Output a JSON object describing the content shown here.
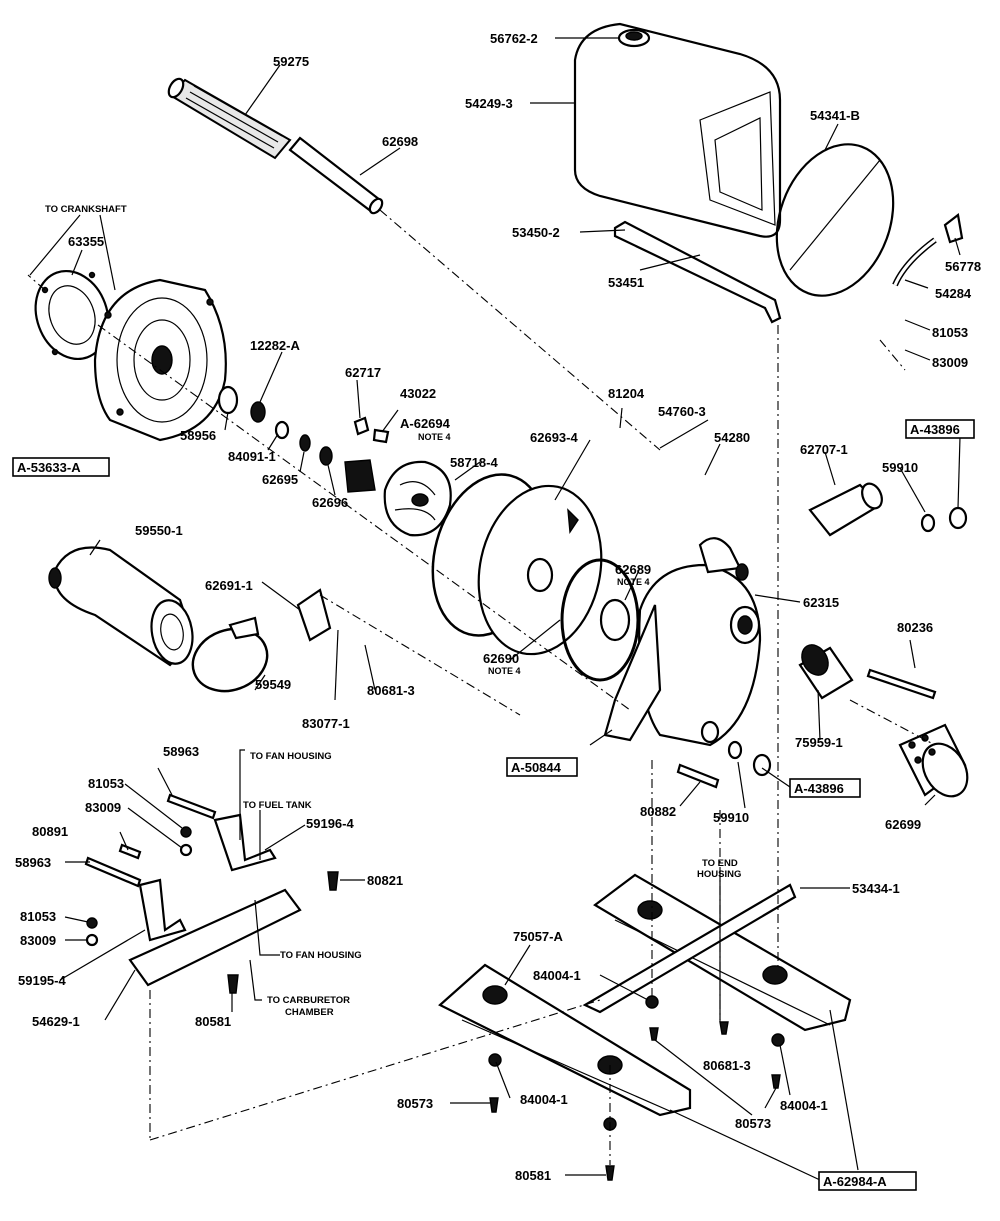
{
  "parts": {
    "p56762_2": "56762-2",
    "p59275": "59275",
    "p54249_3": "54249-3",
    "p62698": "62698",
    "p54341_B": "54341-B",
    "p53450_2": "53450-2",
    "p56778": "56778",
    "p53451": "53451",
    "p54284": "54284",
    "p63355": "63355",
    "p81053_top": "81053",
    "p83009_top": "83009",
    "p12282_A": "12282-A",
    "p62717": "62717",
    "p43022": "43022",
    "p81204": "81204",
    "p54760_3": "54760-3",
    "pA62694": "A-62694",
    "p58956": "58956",
    "p62693_4": "62693-4",
    "p54280": "54280",
    "p84091_1": "84091-1",
    "p62695": "62695",
    "p58718_4": "58718-4",
    "p62707_1": "62707-1",
    "p59910_top": "59910",
    "p62696": "62696",
    "p59550_1": "59550-1",
    "p62691_1": "62691-1",
    "p62689": "62689",
    "p62315": "62315",
    "p80236": "80236",
    "p62690": "62690",
    "p59549": "59549",
    "p80681_3_mid": "80681-3",
    "p83077_1": "83077-1",
    "p75959_1": "75959-1",
    "p58963_a": "58963",
    "p81053_mid": "81053",
    "p80882": "80882",
    "p59910_bot": "59910",
    "p62699": "62699",
    "p83009_mid": "83009",
    "p80891": "80891",
    "p59196_4": "59196-4",
    "p58963_b": "58963",
    "p80821": "80821",
    "p53434_1": "53434-1",
    "p81053_low": "81053",
    "p83009_low": "83009",
    "p75057_A": "75057-A",
    "p59195_4": "59195-4",
    "p84004_1_a": "84004-1",
    "p54629_1": "54629-1",
    "p80581_a": "80581",
    "p80681_3_bot": "80681-3",
    "p80573_a": "80573",
    "p84004_1_b": "84004-1",
    "p84004_1_c": "84004-1",
    "p80573_b": "80573",
    "p80581_b": "80581"
  },
  "boxed": {
    "b43896_top": "A-43896",
    "b53633": "A-53633-A",
    "b50844": "A-50844",
    "b43896_bot": "A-43896",
    "b62984": "A-62984-A"
  },
  "notes": {
    "n_62694": "NOTE 4",
    "n_62689": "NOTE 4",
    "n_62690": "NOTE 4"
  },
  "callouts": {
    "to_crankshaft": "TO CRANKSHAFT",
    "to_fan_housing_1": "TO FAN HOUSING",
    "to_fuel_tank": "TO FUEL TANK",
    "to_fan_housing_2": "TO FAN HOUSING",
    "to_carburetor_1": "TO CARBURETOR",
    "to_carburetor_2": "CHAMBER",
    "to_end_1": "TO END",
    "to_end_2": "HOUSING"
  }
}
